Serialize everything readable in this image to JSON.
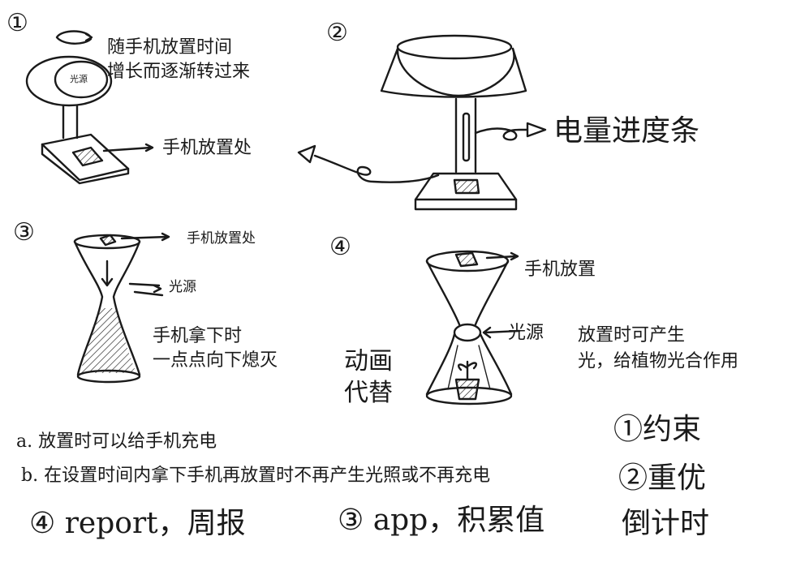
{
  "sketches": {
    "s1": {
      "number": "①",
      "rotation_note": "随手机放置时间\n增长而逐渐转过来",
      "light_label": "光源",
      "phone_spot_label": "手机放置处"
    },
    "s2": {
      "number": "②",
      "progress_label": "电量进度条"
    },
    "s3": {
      "number": "③",
      "phone_spot_label": "手机放置处",
      "light_label": "光源",
      "note": "手机拿下时\n一点点向下熄灭"
    },
    "s4": {
      "number": "④",
      "phone_label": "手机放置",
      "light_label": "光源",
      "note": "放置时可产生\n光，给植物光合作用",
      "animation_note": "动画\n代替"
    }
  },
  "notes": {
    "a": "a. 放置时可以给手机充电",
    "b": "b. 在设置时间内拿下手机再放置时不再产生光照或不再充电",
    "report": "④ report，周报",
    "app": "③ app，积累值",
    "constraint": "①约束",
    "reset": "②重优",
    "countdown": "倒计时"
  }
}
